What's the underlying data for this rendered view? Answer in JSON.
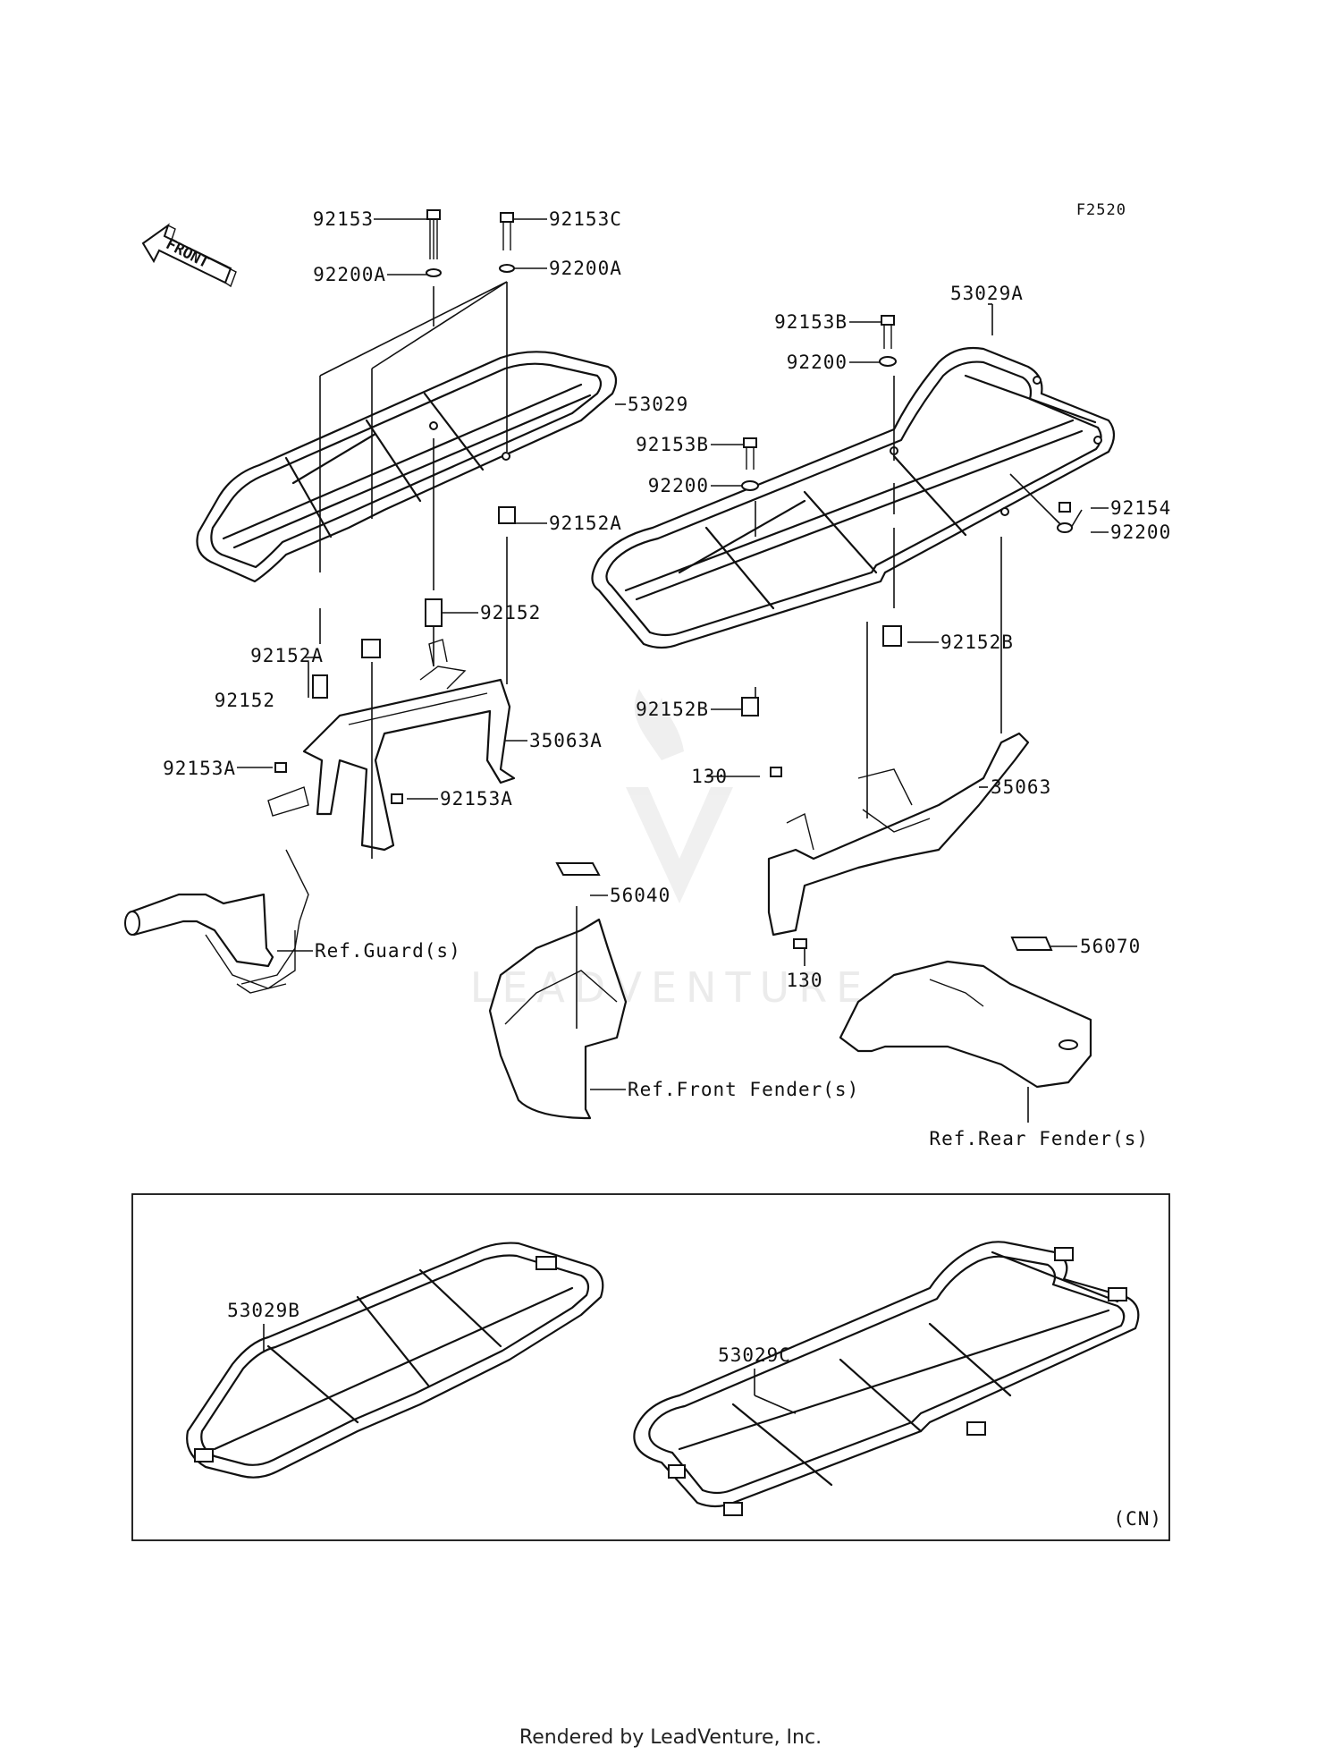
{
  "figure_code": "F2520",
  "front_label": "FRONT",
  "watermark": "LEADVENTURE",
  "variant_label": "(CN)",
  "footer": "Rendered by LeadVenture, Inc.",
  "labels": {
    "p92153": "92153",
    "p92153C": "92153C",
    "p92200A_l": "92200A",
    "p92200A_r": "92200A",
    "p53029": "53029",
    "p92152A_r": "92152A",
    "p92152_r": "92152",
    "p92152A_l": "92152A",
    "p92152_l": "92152",
    "p35063A": "35063A",
    "p92153A_l": "92153A",
    "p92153A_r": "92153A",
    "ref_guard": "Ref.Guard(s)",
    "p56040": "56040",
    "ref_front_fender": "Ref.Front Fender(s)",
    "p53029A": "53029A",
    "p92153B_top": "92153B",
    "p92200_top": "92200",
    "p92153B_mid": "92153B",
    "p92200_mid": "92200",
    "p92154": "92154",
    "p92200_right": "92200",
    "p92152B_right": "92152B",
    "p92152B_left": "92152B",
    "p130_top": "130",
    "p35063": "35063",
    "p130_bot": "130",
    "p56070": "56070",
    "ref_rear_fender": "Ref.Rear Fender(s)",
    "p53029B": "53029B",
    "p53029C": "53029C"
  }
}
